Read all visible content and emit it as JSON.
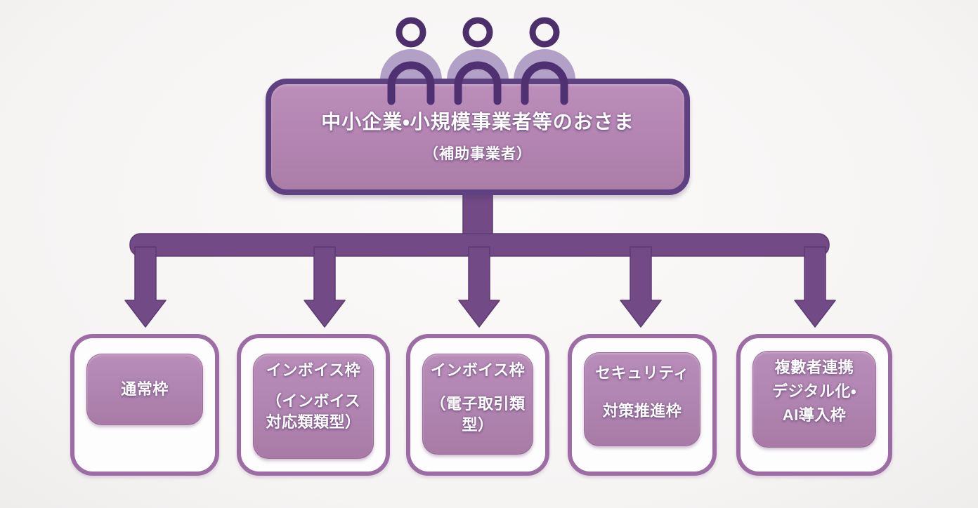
{
  "diagram": {
    "type": "org-flow",
    "title_box": {
      "title": "中小企業・小規模事業者等のおさま",
      "subtitle": "（補助事業者）"
    },
    "people_icon": {
      "name": "three-people-icon",
      "count": 3
    },
    "branches": [
      {
        "lines": [
          "通常枠"
        ]
      },
      {
        "lines": [
          "インボイス枠",
          "（インボイス",
          "対応類類型）"
        ]
      },
      {
        "lines": [
          "インボイス枠",
          "（電子取引類",
          "型）"
        ]
      },
      {
        "lines": [
          "セキュリティ",
          "対策推進枠"
        ]
      },
      {
        "lines": [
          "複數者連携",
          "デジタル化・",
          "AI導入枠"
        ]
      }
    ],
    "colors": {
      "background": "#f7f5f4",
      "connector_purple": "#714a86",
      "connector_outline": "#5d3a73",
      "main_box_fill": "#b384b1",
      "main_box_border": "#5e4180",
      "branch_border": "#9d6ca4",
      "branch_inner_fill": "#b286b2",
      "person_body_light": "#b2a0c7",
      "person_outline_dark": "#4c2f6b",
      "text": "#ffffff"
    },
    "layout_hint": "one parent box with 3-person icon on top, thick tree connector fanning to 5 child boxes"
  }
}
